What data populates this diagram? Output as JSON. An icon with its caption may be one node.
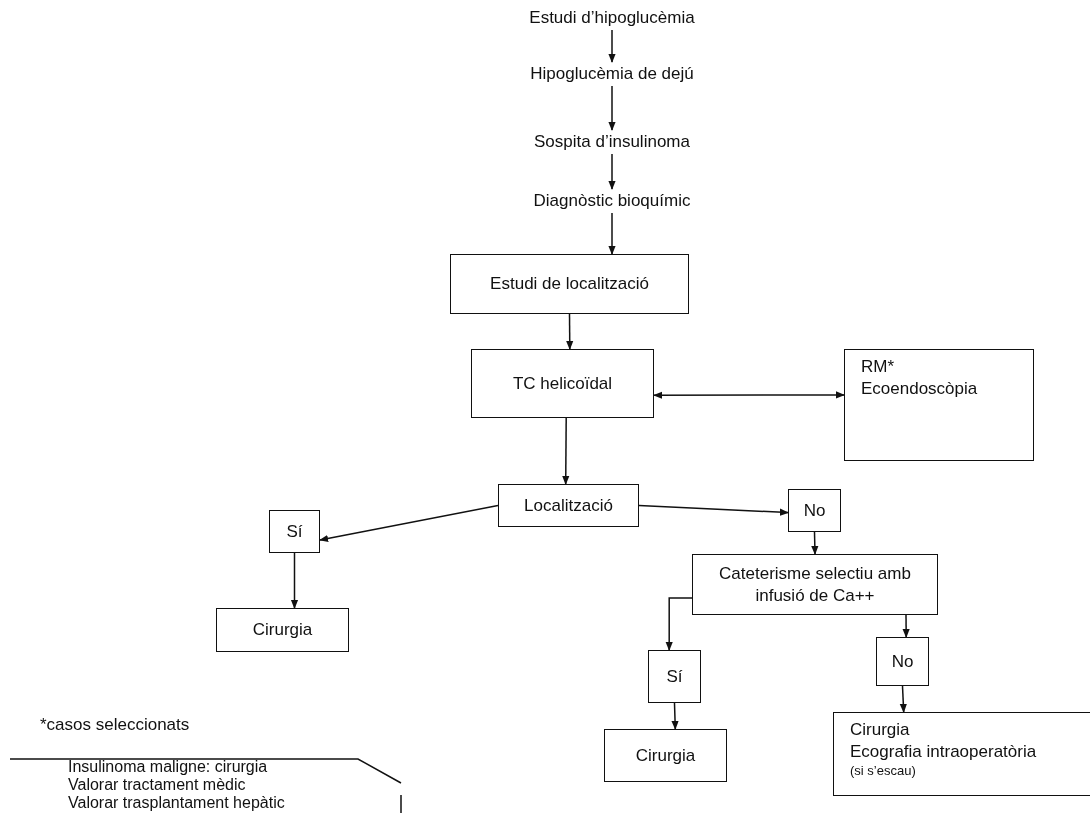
{
  "diagram": {
    "nodes": [
      {
        "text": [
          "Estudi d’hipoglucèmia"
        ]
      },
      {
        "text": [
          "Hipoglucèmia de dejú"
        ]
      },
      {
        "text": [
          "Sospita d’insulinoma"
        ]
      },
      {
        "text": [
          "Diagnòstic bioquímic"
        ]
      },
      {
        "text": [
          "Estudi de localització"
        ]
      },
      {
        "text": [
          "TC helicoïdal"
        ]
      },
      {
        "text": [
          "RM*",
          "Ecoendoscòpia"
        ]
      },
      {
        "text": [
          "Localització"
        ]
      },
      {
        "text": [
          "Sí"
        ]
      },
      {
        "text": [
          "No"
        ]
      },
      {
        "text": [
          "Cirurgia"
        ]
      },
      {
        "text": [
          "Cateterisme selectiu amb infusió de Ca++"
        ]
      },
      {
        "text": [
          "Sí"
        ]
      },
      {
        "text": [
          "No"
        ]
      },
      {
        "text": [
          "Cirurgia"
        ]
      },
      {
        "text": [
          "Cirurgia",
          "Ecografia intraoperatòria",
          "(si s’escau)"
        ]
      },
      {
        "text": [
          "Insulinoma maligne: cirurgia",
          "Valorar tractament mèdic",
          "Valorar trasplantament hepàtic"
        ]
      }
    ],
    "edges": [
      {
        "from": 0,
        "to": 1,
        "arrow": "to"
      },
      {
        "from": 1,
        "to": 2,
        "arrow": "to"
      },
      {
        "from": 2,
        "to": 3,
        "arrow": "to"
      },
      {
        "from": 3,
        "to": 4,
        "arrow": "to"
      },
      {
        "from": 4,
        "to": 5,
        "arrow": "to"
      },
      {
        "from": 5,
        "to": 7,
        "arrow": "to"
      },
      {
        "from": 5,
        "to": 6,
        "arrow": "both"
      },
      {
        "from": 7,
        "to": 8,
        "arrow": "to"
      },
      {
        "from": 7,
        "to": 9,
        "arrow": "to"
      },
      {
        "from": 9,
        "to": 11,
        "arrow": "to"
      },
      {
        "from": 11,
        "to": 12,
        "arrow": "to"
      },
      {
        "from": 11,
        "to": 13,
        "arrow": "to"
      },
      {
        "from": 12,
        "to": 14,
        "arrow": "to"
      },
      {
        "from": 13,
        "to": 15,
        "arrow": "to"
      },
      {
        "from": 8,
        "to": 10,
        "arrow": "to"
      }
    ],
    "labels": [
      "*casos seleccionats"
    ]
  }
}
